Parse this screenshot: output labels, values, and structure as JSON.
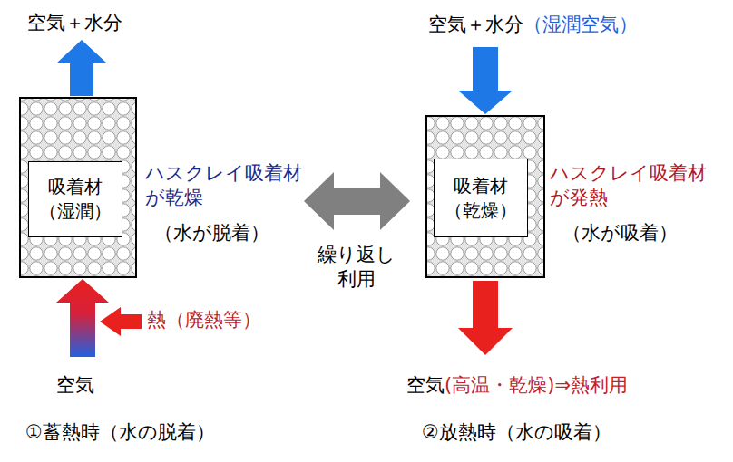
{
  "diagram": {
    "nodes": [
      {
        "text": [
          "吸着材 （湿潤）"
        ]
      },
      {
        "text": [
          "吸着材 （乾燥）"
        ]
      }
    ],
    "labels": [
      "空気＋水分",
      "空気＋水分",
      "（湿潤空気）",
      "ハスクレイ吸着材 が乾燥",
      "（水が脱着）",
      "繰り返し 利用",
      "ハスクレイ吸着材 が発熱",
      "（水が吸着）",
      "熱（廃熱等）",
      "空気",
      "空気",
      "(高温・乾燥)",
      "⇒熱利用",
      "①蓄熱時（水の脱着）",
      "②放熱時（水の吸着）"
    ]
  }
}
